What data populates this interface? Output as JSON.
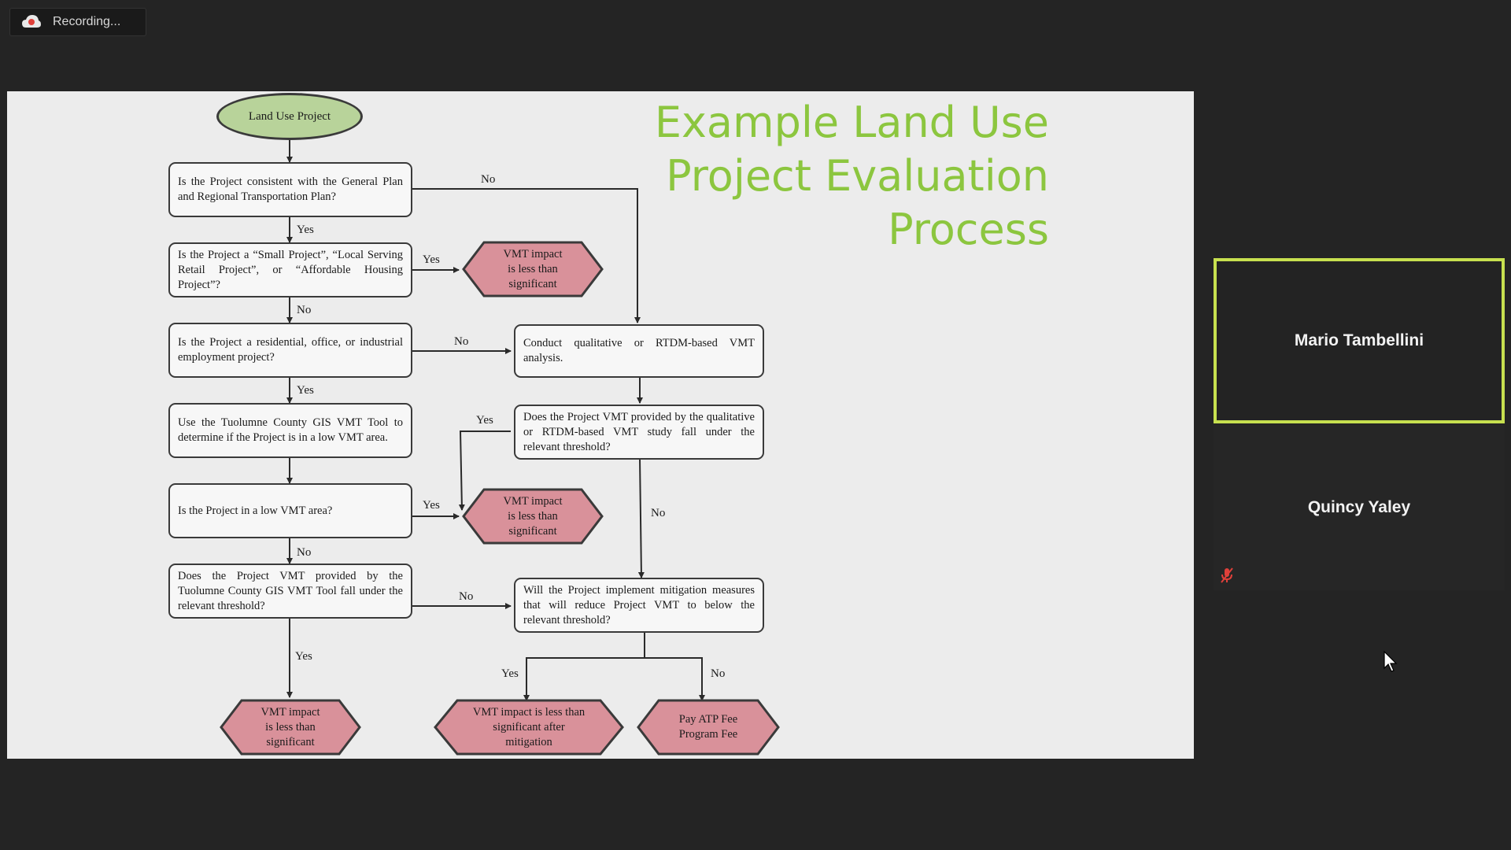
{
  "recording": {
    "label": "Recording..."
  },
  "slide": {
    "title_lines": [
      "Example Land Use",
      "Project Evaluation",
      "Process"
    ],
    "title_color": "#8cc63f",
    "start_node": "Land Use Project",
    "questions": {
      "consistent": "Is the Project consistent with the General Plan and Regional Transportation Plan?",
      "small_project": "Is the Project a “Small Project”, “Local Serving Retail Project”, or “Affordable Housing Project”?",
      "residential": "Is the Project a residential, office, or industrial employment project?",
      "gis_tool": "Use the Tuolumne County GIS VMT Tool to determine if the Project is in a low VMT area.",
      "low_vmt": "Is the Project in a low VMT area?",
      "gis_threshold": "Does the Project VMT provided by the Tuolumne County GIS VMT Tool fall under the relevant threshold?",
      "conduct": "Conduct qualitative or RTDM-based VMT analysis.",
      "rtdm_threshold": "Does the Project VMT provided by the qualitative or RTDM-based VMT study fall under the relevant threshold?",
      "mitigation": "Will the Project implement mitigation measures that will reduce Project VMT to below the relevant threshold?"
    },
    "outcomes": {
      "less_than_significant": "VMT impact is less than significant",
      "after_mitigation": "VMT impact is less than significant after mitigation",
      "atp_fee": "Pay ATP Fee Program Fee"
    },
    "edge_labels": {
      "yes": "Yes",
      "no": "No"
    },
    "colors": {
      "outcome_fill": "#d9919a",
      "start_fill": "#b8d39a"
    }
  },
  "participants": [
    {
      "name": "Mario Tambellini",
      "active_speaker": true,
      "muted": false
    },
    {
      "name": "Quincy Yaley",
      "active_speaker": false,
      "muted": true
    }
  ]
}
